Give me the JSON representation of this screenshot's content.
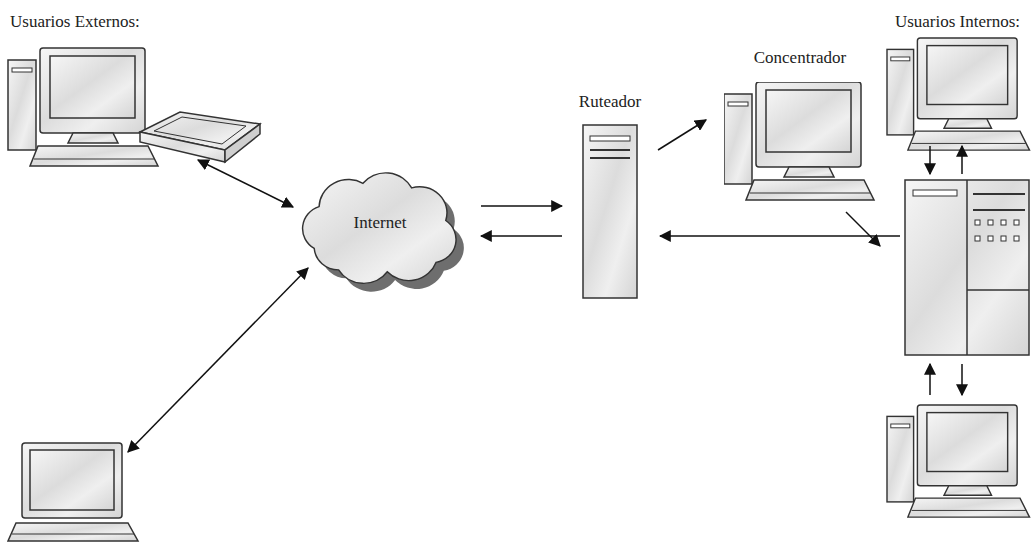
{
  "diagram": {
    "nodes": [
      {
        "text": [
          "Internet"
        ]
      },
      {
        "text": [
          "Ruteador"
        ]
      },
      {
        "text": [
          "Concentrador"
        ]
      }
    ],
    "edges": [
      {
        "from": 0,
        "to": 1,
        "arrow": "to"
      },
      {
        "from": 1,
        "to": 0,
        "arrow": "to"
      },
      {
        "from": 1,
        "to": 2,
        "arrow": "to"
      }
    ],
    "labels": [
      "Usuarios Externos:",
      "Usuarios Internos:"
    ]
  }
}
